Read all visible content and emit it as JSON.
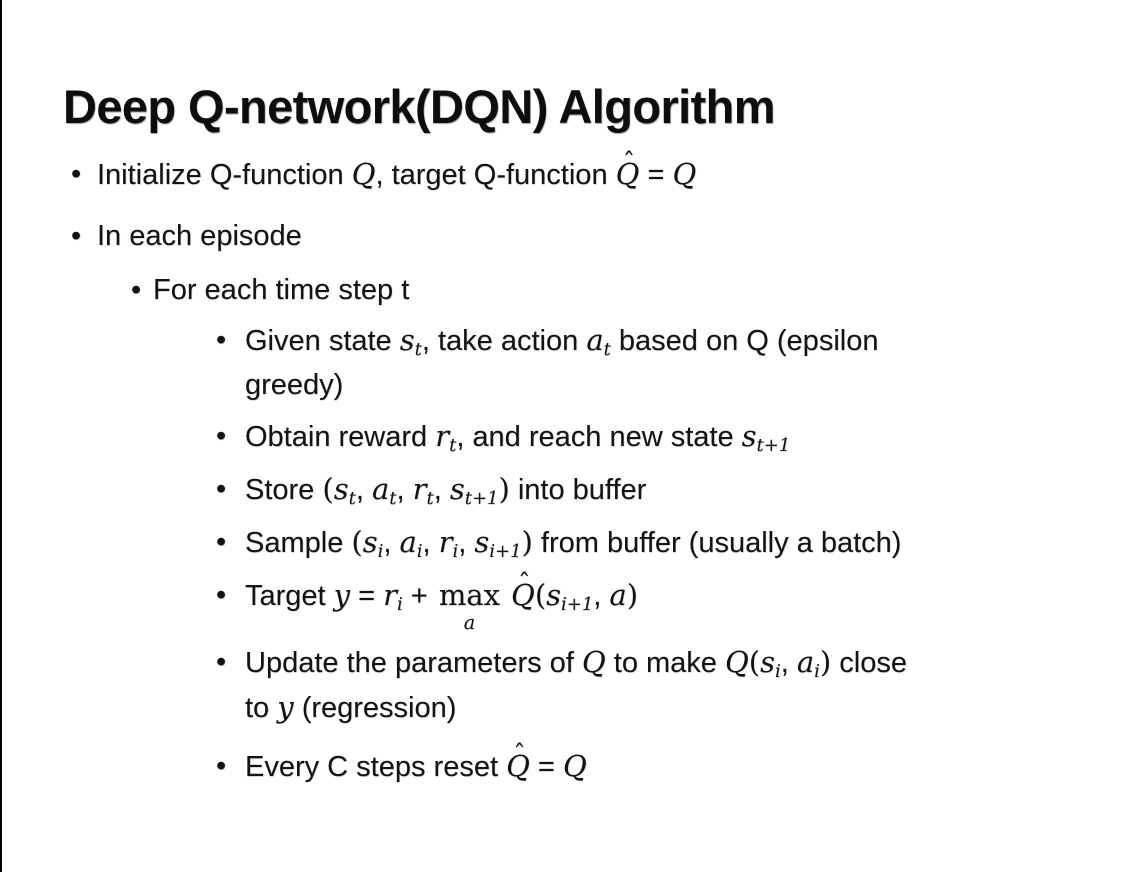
{
  "slide": {
    "background_color": "#ffffff",
    "edge_line_color": "#000000",
    "title_color": "#0d0d0d",
    "body_color": "#131313",
    "title": "Deep Q-network(DQN) Algorithm",
    "bullet_char": "•",
    "hat_char": "ˆ",
    "bullets": [
      {
        "level": 1,
        "segments": [
          {
            "t": "Initialize Q-function "
          },
          {
            "m": "Q"
          },
          {
            "t": ", target Q-function "
          },
          {
            "m": "Q",
            "hat": true
          },
          {
            "t": " = "
          },
          {
            "m": "Q"
          }
        ]
      },
      {
        "level": 1,
        "segments": [
          {
            "t": "In each episode"
          }
        ]
      },
      {
        "level": 2,
        "segments": [
          {
            "t": "For each time step t"
          }
        ]
      },
      {
        "level": 3,
        "segments": [
          {
            "t": "Given state "
          },
          {
            "m": "s",
            "sub": "t"
          },
          {
            "t": ", take action "
          },
          {
            "m": "a",
            "sub": "t"
          },
          {
            "t": " based on Q (epsilon"
          },
          {
            "br": true
          },
          {
            "t": "greedy)"
          }
        ]
      },
      {
        "level": 3,
        "segments": [
          {
            "t": "Obtain reward "
          },
          {
            "m": "r",
            "sub": "t"
          },
          {
            "t": ", and reach new state "
          },
          {
            "m": "s",
            "sub": "t+1"
          }
        ]
      },
      {
        "level": 3,
        "segments": [
          {
            "t": "Store "
          },
          {
            "u": "("
          },
          {
            "m": "s",
            "sub": "t"
          },
          {
            "t": ", "
          },
          {
            "m": "a",
            "sub": "t"
          },
          {
            "t": ", "
          },
          {
            "m": "r",
            "sub": "t"
          },
          {
            "t": ", "
          },
          {
            "m": "s",
            "sub": "t+1"
          },
          {
            "u": ")"
          },
          {
            "t": " into buffer"
          }
        ]
      },
      {
        "level": 3,
        "segments": [
          {
            "t": "Sample "
          },
          {
            "u": "("
          },
          {
            "m": "s",
            "sub": "i"
          },
          {
            "t": ", "
          },
          {
            "m": "a",
            "sub": "i"
          },
          {
            "t": ", "
          },
          {
            "m": "r",
            "sub": "i"
          },
          {
            "t": ", "
          },
          {
            "m": "s",
            "sub": "i+1"
          },
          {
            "u": ")"
          },
          {
            "t": " from buffer (usually a batch)"
          }
        ]
      },
      {
        "level": 3,
        "segments": [
          {
            "t": "Target "
          },
          {
            "m": "y"
          },
          {
            "t": " = "
          },
          {
            "m": "r",
            "sub": "i"
          },
          {
            "t": " + "
          },
          {
            "max": "max",
            "under": "a"
          },
          {
            "t": " "
          },
          {
            "m": "Q",
            "hat": true
          },
          {
            "u": "("
          },
          {
            "m": "s",
            "sub": "i+1"
          },
          {
            "t": ", "
          },
          {
            "m": "a"
          },
          {
            "u": ")"
          }
        ]
      },
      {
        "level": 3,
        "segments": [
          {
            "t": "Update the parameters of "
          },
          {
            "m": "Q"
          },
          {
            "t": " to make "
          },
          {
            "m": "Q"
          },
          {
            "u": "("
          },
          {
            "m": "s",
            "sub": "i"
          },
          {
            "t": ", "
          },
          {
            "m": "a",
            "sub": "i"
          },
          {
            "u": ")"
          },
          {
            "t": " close"
          },
          {
            "br": true
          },
          {
            "t": "to "
          },
          {
            "m": "y"
          },
          {
            "t": " (regression)"
          }
        ]
      },
      {
        "level": 3,
        "segments": [
          {
            "t": "Every C steps reset "
          },
          {
            "m": "Q",
            "hat": true
          },
          {
            "t": " = "
          },
          {
            "m": "Q"
          }
        ]
      }
    ]
  }
}
